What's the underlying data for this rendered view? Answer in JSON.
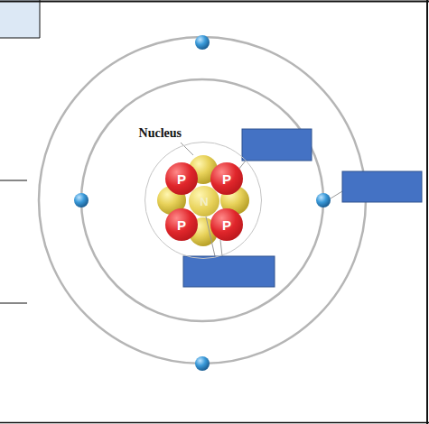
{
  "diagram": {
    "nodes": [
      {
        "text": [
          "Nucleus"
        ]
      },
      {
        "text": [
          "P"
        ],
        "in": 0
      },
      {
        "text": [
          "P"
        ],
        "in": 0
      },
      {
        "text": [
          "N"
        ],
        "in": 0
      },
      {
        "text": [
          "P"
        ],
        "in": 0
      },
      {
        "text": [
          "P"
        ],
        "in": 0
      }
    ]
  }
}
